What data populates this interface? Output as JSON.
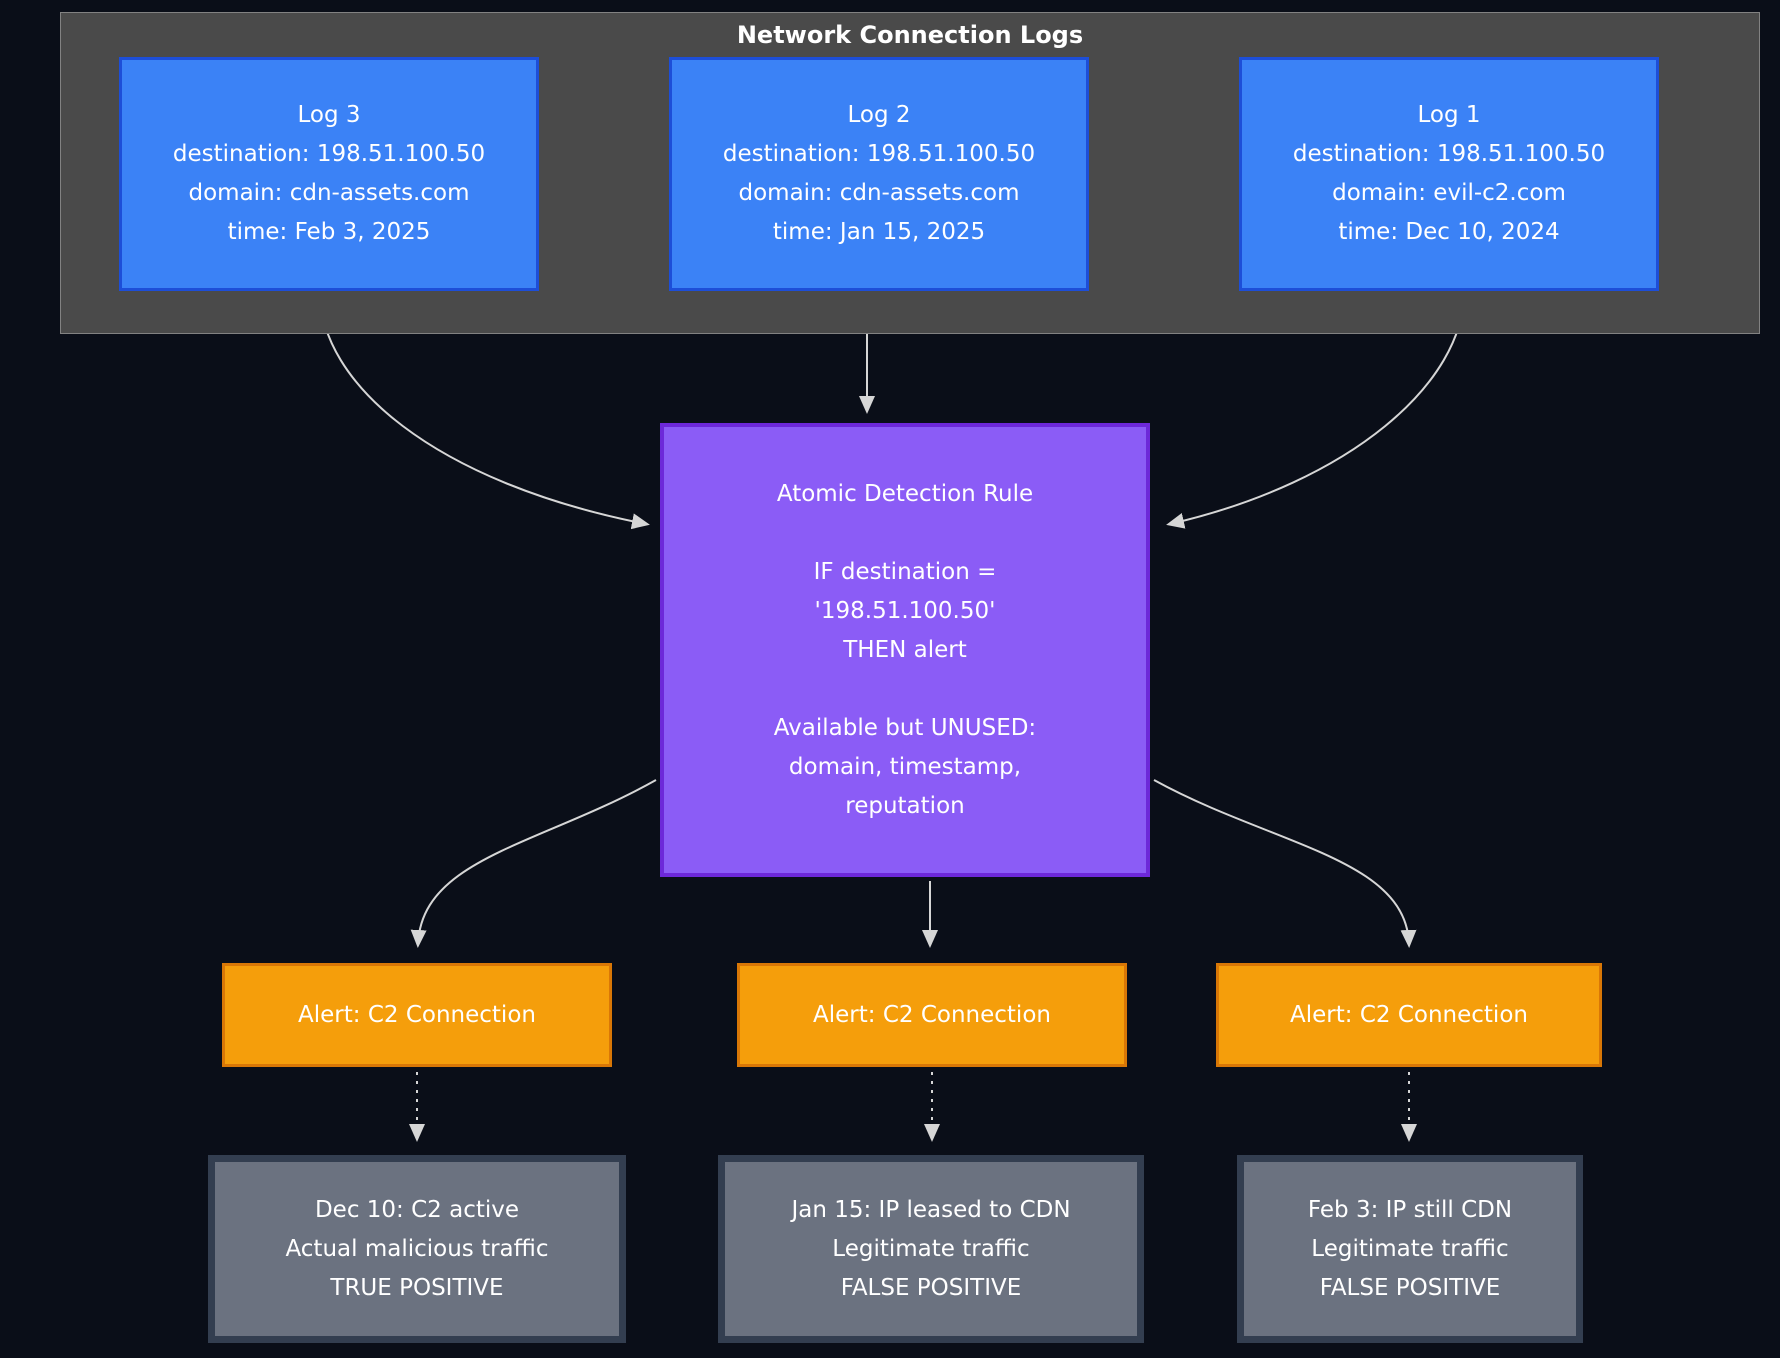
{
  "cluster": {
    "title": "Network Connection Logs"
  },
  "logs": [
    {
      "title": "Log 3",
      "lines": [
        "destination: 198.51.100.50",
        "domain: cdn-assets.com",
        "time: Feb 3, 2025"
      ]
    },
    {
      "title": "Log 2",
      "lines": [
        "destination: 198.51.100.50",
        "domain: cdn-assets.com",
        "time: Jan 15, 2025"
      ]
    },
    {
      "title": "Log 1",
      "lines": [
        "destination: 198.51.100.50",
        "domain: evil-c2.com",
        "time: Dec 10, 2024"
      ]
    }
  ],
  "rule": {
    "title": "Atomic Detection Rule",
    "logic": [
      "IF destination =",
      "'198.51.100.50'",
      "THEN alert"
    ],
    "unused": [
      "Available but UNUSED:",
      "domain, timestamp,",
      "reputation"
    ]
  },
  "alerts": [
    {
      "label": "Alert: C2 Connection"
    },
    {
      "label": "Alert: C2 Connection"
    },
    {
      "label": "Alert: C2 Connection"
    }
  ],
  "outcomes": [
    {
      "lines": [
        "Dec 10: C2 active",
        "Actual malicious traffic",
        "TRUE POSITIVE"
      ]
    },
    {
      "lines": [
        "Jan 15: IP leased to CDN",
        "Legitimate traffic",
        "FALSE POSITIVE"
      ]
    },
    {
      "lines": [
        "Feb 3: IP still CDN",
        "Legitimate traffic",
        "FALSE POSITIVE"
      ]
    }
  ],
  "colors": {
    "background": "#0a0e18",
    "cluster_fill": "#4a4a4a",
    "log_fill": "#3b82f6",
    "log_border": "#1d4ed8",
    "rule_fill": "#8b5cf6",
    "rule_border": "#6d28d9",
    "alert_fill": "#f59e0b",
    "alert_border": "#d97706",
    "outcome_fill": "#6b7280",
    "outcome_border": "#333e50",
    "edge": "#d6d6d6"
  }
}
